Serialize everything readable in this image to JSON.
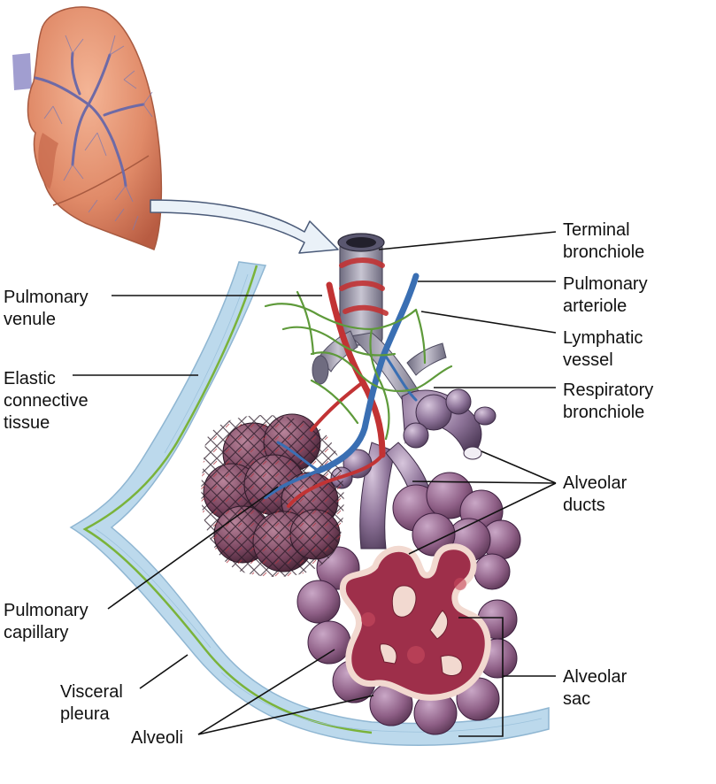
{
  "colors": {
    "lung": "#e08a68",
    "lung_shadow": "#c6684c",
    "bronchial_tree": "#6e6aa6",
    "pleura": "#bcd9ec",
    "elastic_fiber": "#7ab33a",
    "airway": "#8f8c9e",
    "alveoli": "#8e5f86",
    "alveoli_cut": "#9e2f4a",
    "alveoli_wall": "#f2d9d0",
    "artery": "#3a6fb3",
    "venule": "#c23334",
    "lymphatic": "#5e9a3a",
    "capillary": "#7a2d3a",
    "arrow_fill": "#eaf1f8",
    "arrow_stroke": "#4a5a78",
    "leader_line": "#111111"
  },
  "labels": {
    "terminal_bronchiole": [
      "Terminal",
      "bronchiole"
    ],
    "pulmonary_arteriole": [
      "Pulmonary",
      "arteriole"
    ],
    "lymphatic_vessel": [
      "Lymphatic",
      "vessel"
    ],
    "respiratory_bronchiole": [
      "Respiratory",
      "bronchiole"
    ],
    "alveolar_ducts": [
      "Alveolar",
      "ducts"
    ],
    "alveolar_sac": [
      "Alveolar",
      "sac"
    ],
    "pulmonary_venule": [
      "Pulmonary",
      "venule"
    ],
    "elastic_connective_tissue": [
      "Elastic",
      "connective",
      "tissue"
    ],
    "pulmonary_capillary": [
      "Pulmonary",
      "capillary"
    ],
    "visceral_pleura": [
      "Visceral",
      "pleura"
    ],
    "alveoli": [
      "Alveoli"
    ]
  }
}
